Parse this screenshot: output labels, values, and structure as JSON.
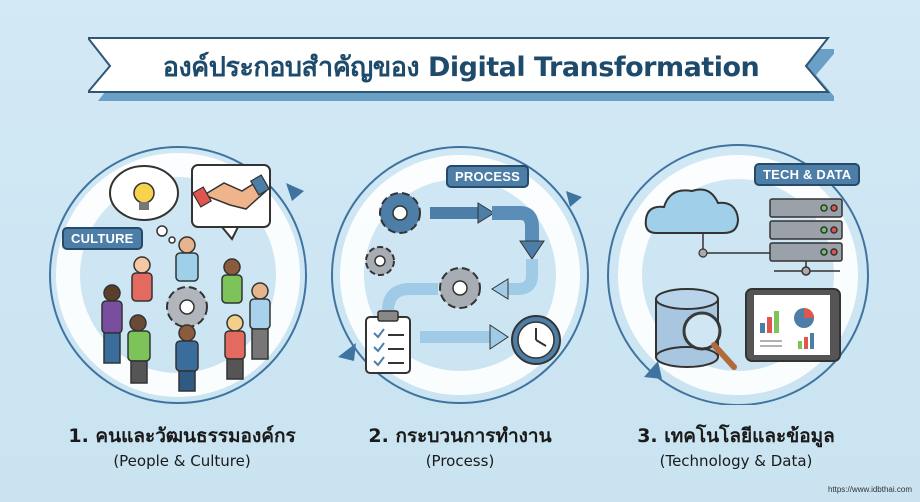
{
  "banner": {
    "title": "องค์ประกอบสำคัญของ Digital Transformation"
  },
  "sections": [
    {
      "tag": "CULTURE",
      "icons": [
        "lightbulb-icon",
        "handshake-icon",
        "gear-icon",
        "people-circle-icon"
      ],
      "title_th": "1. คนและวัฒนธรรมองค์กร",
      "title_en": "(People & Culture)"
    },
    {
      "tag": "PROCESS",
      "icons": [
        "gear-icon",
        "flow-arrow-icon",
        "clipboard-checklist-icon",
        "clock-icon"
      ],
      "title_th": "2. กระบวนการทำงาน",
      "title_en": "(Process)"
    },
    {
      "tag": "TECH & DATA",
      "icons": [
        "cloud-icon",
        "server-icon",
        "database-search-icon",
        "tablet-dashboard-icon"
      ],
      "title_th": "3. เทคโนโลยีและข้อมูล",
      "title_en": "(Technology & Data)"
    }
  ],
  "footer": {
    "url": "https://www.idbthai.com"
  },
  "colors": {
    "background": "#cfe6f3",
    "title_text": "#1e4b6b",
    "accent_blue": "#4d7ea7",
    "cycle_line": "#3f74a0",
    "ring_white": "#ffffff",
    "gear_gray": "#9aa3ab"
  }
}
